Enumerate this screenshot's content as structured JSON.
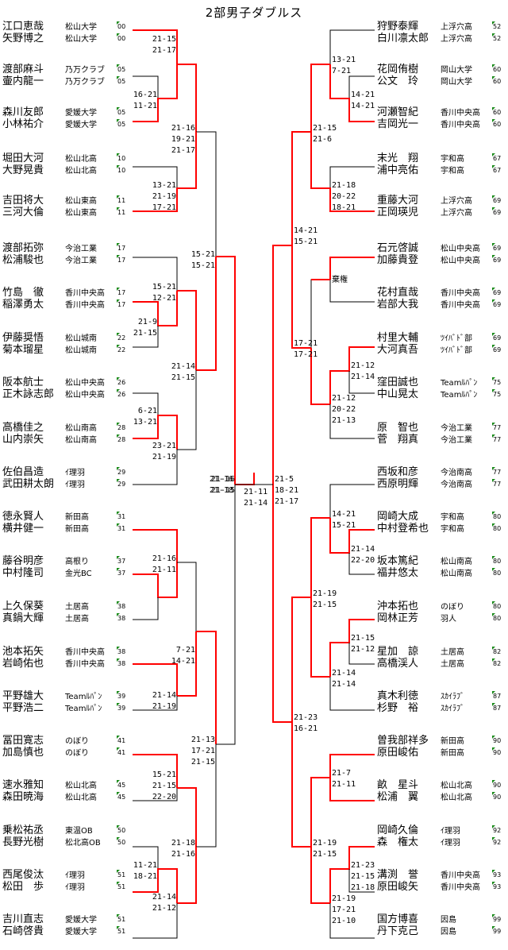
{
  "title": "2部男子ダブルス",
  "colors": {
    "winner_line": "#ff0000",
    "normal_line": "#000000",
    "seed_mark": "#1a8a1a"
  },
  "left_entries": [
    {
      "p1": "江口恵哉",
      "p2": "矢野博之",
      "team1": "松山大学",
      "team2": "松山大学",
      "seed": "00"
    },
    {
      "p1": "渡部麻斗",
      "p2": "壷内龍一",
      "team1": "乃万クラブ",
      "team2": "乃万クラブ",
      "seed": "05"
    },
    {
      "p1": "森川友郎",
      "p2": "小林祐介",
      "team1": "愛媛大学",
      "team2": "愛媛大学",
      "seed": "05"
    },
    {
      "p1": "堀田大河",
      "p2": "大野晃貴",
      "team1": "松山北高",
      "team2": "松山北高",
      "seed": "10"
    },
    {
      "p1": "吉田将大",
      "p2": "三河大倫",
      "team1": "松山東高",
      "team2": "松山東高",
      "seed": "11"
    },
    {
      "p1": "渡部拓弥",
      "p2": "松浦駿也",
      "team1": "今治工業",
      "team2": "今治工業",
      "seed": "17"
    },
    {
      "p1": "竹島　徹",
      "p2": "稲澤勇太",
      "team1": "香川中央高",
      "team2": "香川中央高",
      "seed": "17"
    },
    {
      "p1": "伊藤奨悟",
      "p2": "菊本瑠星",
      "team1": "松山城南",
      "team2": "松山城南",
      "seed": "22"
    },
    {
      "p1": "阪本航士",
      "p2": "正木詠志郎",
      "team1": "松山中央高",
      "team2": "松山中央高",
      "seed": "26"
    },
    {
      "p1": "高橋佳之",
      "p2": "山内崇矢",
      "team1": "松山南高",
      "team2": "松山南高",
      "seed": "28"
    },
    {
      "p1": "佐伯昌造",
      "p2": "武田耕太朗",
      "team1": "ｲ理羽",
      "team2": "ｲ理羽",
      "seed": "29"
    },
    {
      "p1": "徳永賢人",
      "p2": "横井健一",
      "team1": "新田高",
      "team2": "新田高",
      "seed": "31"
    },
    {
      "p1": "藤谷明彦",
      "p2": "中村隆司",
      "team1": "高根り",
      "team2": "金光BC",
      "seed": "37"
    },
    {
      "p1": "上久保葵",
      "p2": "真鍋大輝",
      "team1": "土居高",
      "team2": "土居高",
      "seed": "38"
    },
    {
      "p1": "池本拓矢",
      "p2": "岩崎佑也",
      "team1": "香川中央高",
      "team2": "香川中央高",
      "seed": "38"
    },
    {
      "p1": "平野雄大",
      "p2": "平野浩二",
      "team1": "Teamﾙﾊﾟﾝ",
      "team2": "Teamﾙﾊﾟﾝ",
      "seed": "39"
    },
    {
      "p1": "冨田寛志",
      "p2": "加島慎也",
      "team1": "のぼり",
      "team2": "のぼり",
      "seed": "41"
    },
    {
      "p1": "速水雅知",
      "p2": "森田暁海",
      "team1": "松山北高",
      "team2": "松山北高",
      "seed": "45"
    },
    {
      "p1": "乗松祐丞",
      "p2": "長野光樹",
      "team1": "東温OB",
      "team2": "松北高OB",
      "seed": "50"
    },
    {
      "p1": "西尾俊汰",
      "p2": "松田　歩",
      "team1": "ｲ理羽",
      "team2": "ｲ理羽",
      "seed": "51"
    },
    {
      "p1": "吉川直志",
      "p2": "石崎啓貴",
      "team1": "愛媛大学",
      "team2": "愛媛大学",
      "seed": "51"
    }
  ],
  "right_entries": [
    {
      "p1": "狩野泰輝",
      "p2": "白川凛太郎",
      "team1": "上浮穴高",
      "team2": "上浮穴高",
      "seed": "52"
    },
    {
      "p1": "花岡侑樹",
      "p2": "公文　玲",
      "team1": "岡山大学",
      "team2": "岡山大学",
      "seed": "60"
    },
    {
      "p1": "河瀬智紀",
      "p2": "吉岡光一",
      "team1": "香川中央高",
      "team2": "香川中央高",
      "seed": "60"
    },
    {
      "p1": "末光　翔",
      "p2": "浦中亮佑",
      "team1": "宇和高",
      "team2": "宇和高",
      "seed": "67"
    },
    {
      "p1": "重藤大河",
      "p2": "正岡瑛児",
      "team1": "上浮穴高",
      "team2": "上浮穴高",
      "seed": "69"
    },
    {
      "p1": "石元啓誠",
      "p2": "加藤貴登",
      "team1": "松山中央高",
      "team2": "松山中央高",
      "seed": "69"
    },
    {
      "p1": "花村直哉",
      "p2": "岩部大我",
      "team1": "香川中央高",
      "team2": "香川中央高",
      "seed": "69"
    },
    {
      "p1": "村里大輔",
      "p2": "大河真吾",
      "team1": "ﾂｲﾊﾞﾄﾞ部",
      "team2": "ﾂｲﾊﾞﾄﾞ部",
      "seed": "69"
    },
    {
      "p1": "窪田誠也",
      "p2": "中山晃太",
      "team1": "Teamﾙﾊﾟﾝ",
      "team2": "Teamﾙﾊﾟﾝ",
      "seed": "75"
    },
    {
      "p1": "原　智也",
      "p2": "菅　翔真",
      "team1": "今治工業",
      "team2": "今治工業",
      "seed": "77"
    },
    {
      "p1": "西坂和彦",
      "p2": "西原明輝",
      "team1": "今治南高",
      "team2": "今治南高",
      "seed": "77"
    },
    {
      "p1": "岡崎大成",
      "p2": "中村登希也",
      "team1": "宇和高",
      "team2": "宇和高",
      "seed": "80"
    },
    {
      "p1": "坂本篤紀",
      "p2": "福井悠太",
      "team1": "松山南高",
      "team2": "松山南高",
      "seed": "80"
    },
    {
      "p1": "沖本拓也",
      "p2": "岡林正芳",
      "team1": "のぼり",
      "team2": "羽人",
      "seed": "80"
    },
    {
      "p1": "星加　諒",
      "p2": "高橋渓人",
      "team1": "土居高",
      "team2": "土居高",
      "seed": "82"
    },
    {
      "p1": "真木利徳",
      "p2": "杉野　裕",
      "team1": "ｽｶｲﾗﾌﾞ",
      "team2": "ｽｶｲﾗﾌﾞ",
      "seed": "87"
    },
    {
      "p1": "曽我部祥多",
      "p2": "原田峻佑",
      "team1": "新田高",
      "team2": "新田高",
      "seed": "90"
    },
    {
      "p1": "畝　星斗",
      "p2": "松浦　翼",
      "team1": "松山北高",
      "team2": "松山北高",
      "seed": "90"
    },
    {
      "p1": "岡崎久倫",
      "p2": "森　権太",
      "team1": "ｲ理羽",
      "team2": "ｲ理羽",
      "seed": "92"
    },
    {
      "p1": "溝渕　誉",
      "p2": "原田峻矢",
      "team1": "香川中央高",
      "team2": "香川中央高",
      "seed": "93"
    },
    {
      "p1": "国方博喜",
      "p2": "丹下克己",
      "team1": "因島",
      "team2": "因島",
      "seed": "99"
    }
  ],
  "left_scores": [
    {
      "lines": [
        "21-15",
        "21-17"
      ]
    },
    {
      "lines": [
        "16-21",
        "11-21"
      ]
    },
    {
      "lines": [
        "21-16",
        "19-21",
        "21-17"
      ]
    },
    {
      "lines": [
        "13-21",
        "21-19",
        "17-21"
      ]
    },
    {
      "lines": [
        "15-21",
        "15-21"
      ]
    },
    {
      "lines": [
        "15-21",
        "12-21"
      ]
    },
    {
      "lines": [
        "21-9",
        "21-15"
      ]
    },
    {
      "lines": [
        "21-14",
        "21-15"
      ]
    },
    {
      "lines": [
        "6-21",
        "13-21"
      ]
    },
    {
      "lines": [
        "23-21",
        "21-19"
      ]
    },
    {
      "lines": [
        "21-16",
        "21-15"
      ]
    },
    {
      "lines": [
        "21-16",
        "21-11"
      ]
    },
    {
      "lines": [
        "7-21",
        "14-21"
      ]
    },
    {
      "lines": [
        "21-14",
        "21-19"
      ]
    },
    {
      "lines": [
        "21-13",
        "17-21",
        "21-15"
      ]
    },
    {
      "lines": [
        "15-21",
        "21-15",
        "22-20"
      ]
    },
    {
      "lines": [
        "21-18",
        "21-16"
      ]
    },
    {
      "lines": [
        "11-21",
        "18-21"
      ]
    },
    {
      "lines": [
        "21-14",
        "21-12"
      ]
    },
    {
      "lines": [
        "21-16",
        "21-18"
      ]
    }
  ],
  "right_scores": [
    {
      "lines": [
        "13-21",
        "7-21"
      ]
    },
    {
      "lines": [
        "14-21",
        "14-21"
      ]
    },
    {
      "lines": [
        "21-15",
        "21-6"
      ]
    },
    {
      "lines": [
        "21-18",
        "20-22",
        "18-21"
      ]
    },
    {
      "lines": [
        "14-21",
        "15-21"
      ]
    },
    {
      "lines": [
        "棄権"
      ]
    },
    {
      "lines": [
        "17-21",
        "17-21"
      ]
    },
    {
      "lines": [
        "21-12",
        "21-14"
      ]
    },
    {
      "lines": [
        "21-12",
        "20-22",
        "21-13"
      ]
    },
    {
      "lines": [
        "21-5",
        "18-21",
        "21-17"
      ]
    },
    {
      "lines": [
        "14-21",
        "15-21"
      ]
    },
    {
      "lines": [
        "21-14",
        "22-20"
      ]
    },
    {
      "lines": [
        "21-19",
        "21-15"
      ]
    },
    {
      "lines": [
        "21-15",
        "21-12"
      ]
    },
    {
      "lines": [
        "21-14",
        "21-14"
      ]
    },
    {
      "lines": [
        "21-23",
        "16-21"
      ]
    },
    {
      "lines": [
        "21-7",
        "21-11"
      ]
    },
    {
      "lines": [
        "21-19",
        "21-15"
      ]
    },
    {
      "lines": [
        "21-23",
        "21-15",
        "21-18"
      ]
    },
    {
      "lines": [
        "21-19",
        "17-21",
        "21-10"
      ]
    }
  ],
  "final_score": {
    "lines": [
      "21-11",
      "21-14"
    ]
  }
}
